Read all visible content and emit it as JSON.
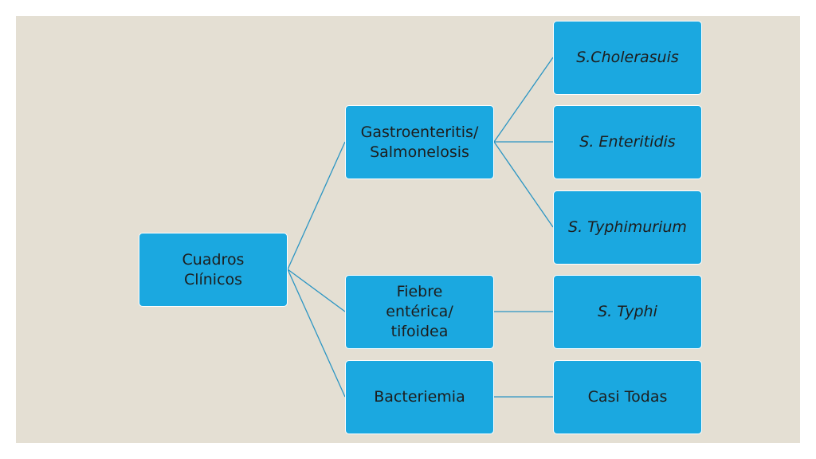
{
  "diagram": {
    "root": {
      "label": "Cuadros\nClínicos"
    },
    "branches": [
      {
        "label": "Gastroenteritis/\nSalmonelosis",
        "leaves": [
          "S.Cholerasuis",
          "S. Enteritidis",
          "S. Typhimurium"
        ]
      },
      {
        "label": "Fiebre\nentérica/\ntifoidea",
        "leaves": [
          "S. Typhi"
        ]
      },
      {
        "label": "Bacteriemia",
        "leaves": [
          "Casi Todas"
        ]
      }
    ]
  },
  "colors": {
    "background": "#e4dfd3",
    "node_fill": "#1ba8e0",
    "node_border": "#ffffff",
    "connector": "#2b95c3",
    "text": "#1d1d1d"
  }
}
